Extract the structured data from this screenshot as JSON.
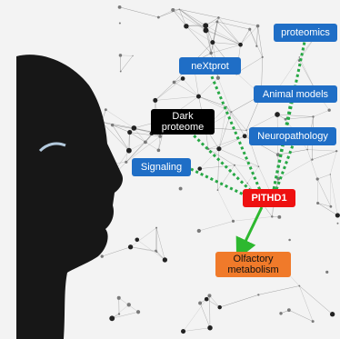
{
  "nodes": {
    "proteomics": "proteomics",
    "nextprot": "neXtprot",
    "animal_models": "Animal models",
    "dark_proteome": "Dark proteome",
    "neuropathology": "Neuropathology",
    "signaling": "Signaling",
    "pithd1": "PITHD1",
    "olfactory": "Olfactory metabolism"
  },
  "colors": {
    "node_blue": "#1f6ec6",
    "node_black": "#000000",
    "node_red": "#ee1111",
    "node_orange": "#f07a2a",
    "dotted_green": "#27a845",
    "arrow_green": "#2db82f"
  },
  "icons": {
    "head": "human-head-silhouette",
    "network": "network-mesh-background"
  }
}
